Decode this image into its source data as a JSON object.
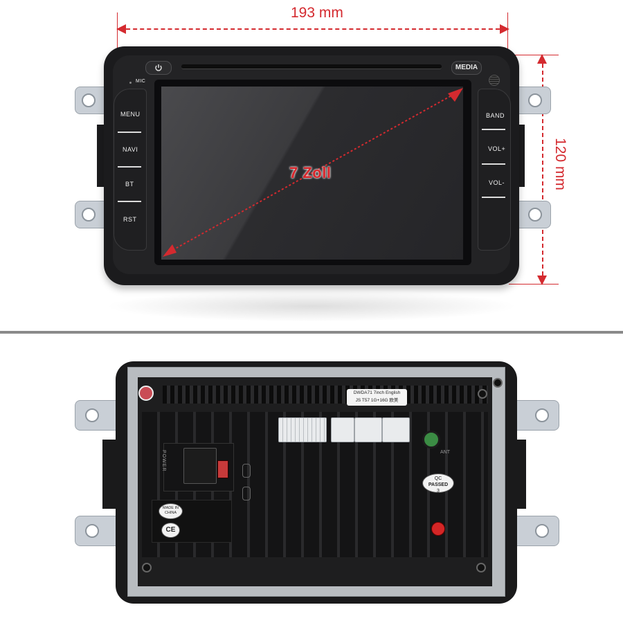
{
  "dimensions": {
    "width_label": "193 mm",
    "height_label": "120 mm",
    "diagonal_label": "7 Zoll"
  },
  "front_panel": {
    "power_button_icon": "power-icon",
    "media_button": "MEDIA",
    "mic_label": "MIC",
    "left_buttons": [
      "MENU",
      "NAVI",
      "BT",
      "RST"
    ],
    "right_buttons": [
      "BAND",
      "VOL+",
      "VOL-"
    ]
  },
  "back_panel": {
    "model_sticker_line1": "DWDA71 7inch English",
    "model_sticker_line2": "JS T57 1G+16G 欧美",
    "power_label": "POWER",
    "qc_line1": "QC",
    "qc_line2": "PASSED",
    "qc_line3": "3",
    "made_in_line1": "MADE IN",
    "made_in_line2": "CHINA",
    "ce_mark": "CE",
    "ant_label": "ANT"
  },
  "colors": {
    "annotation_red": "#d42a2f",
    "unit_black": "#1b1b1d",
    "bracket_silver": "#c9cfd6"
  }
}
